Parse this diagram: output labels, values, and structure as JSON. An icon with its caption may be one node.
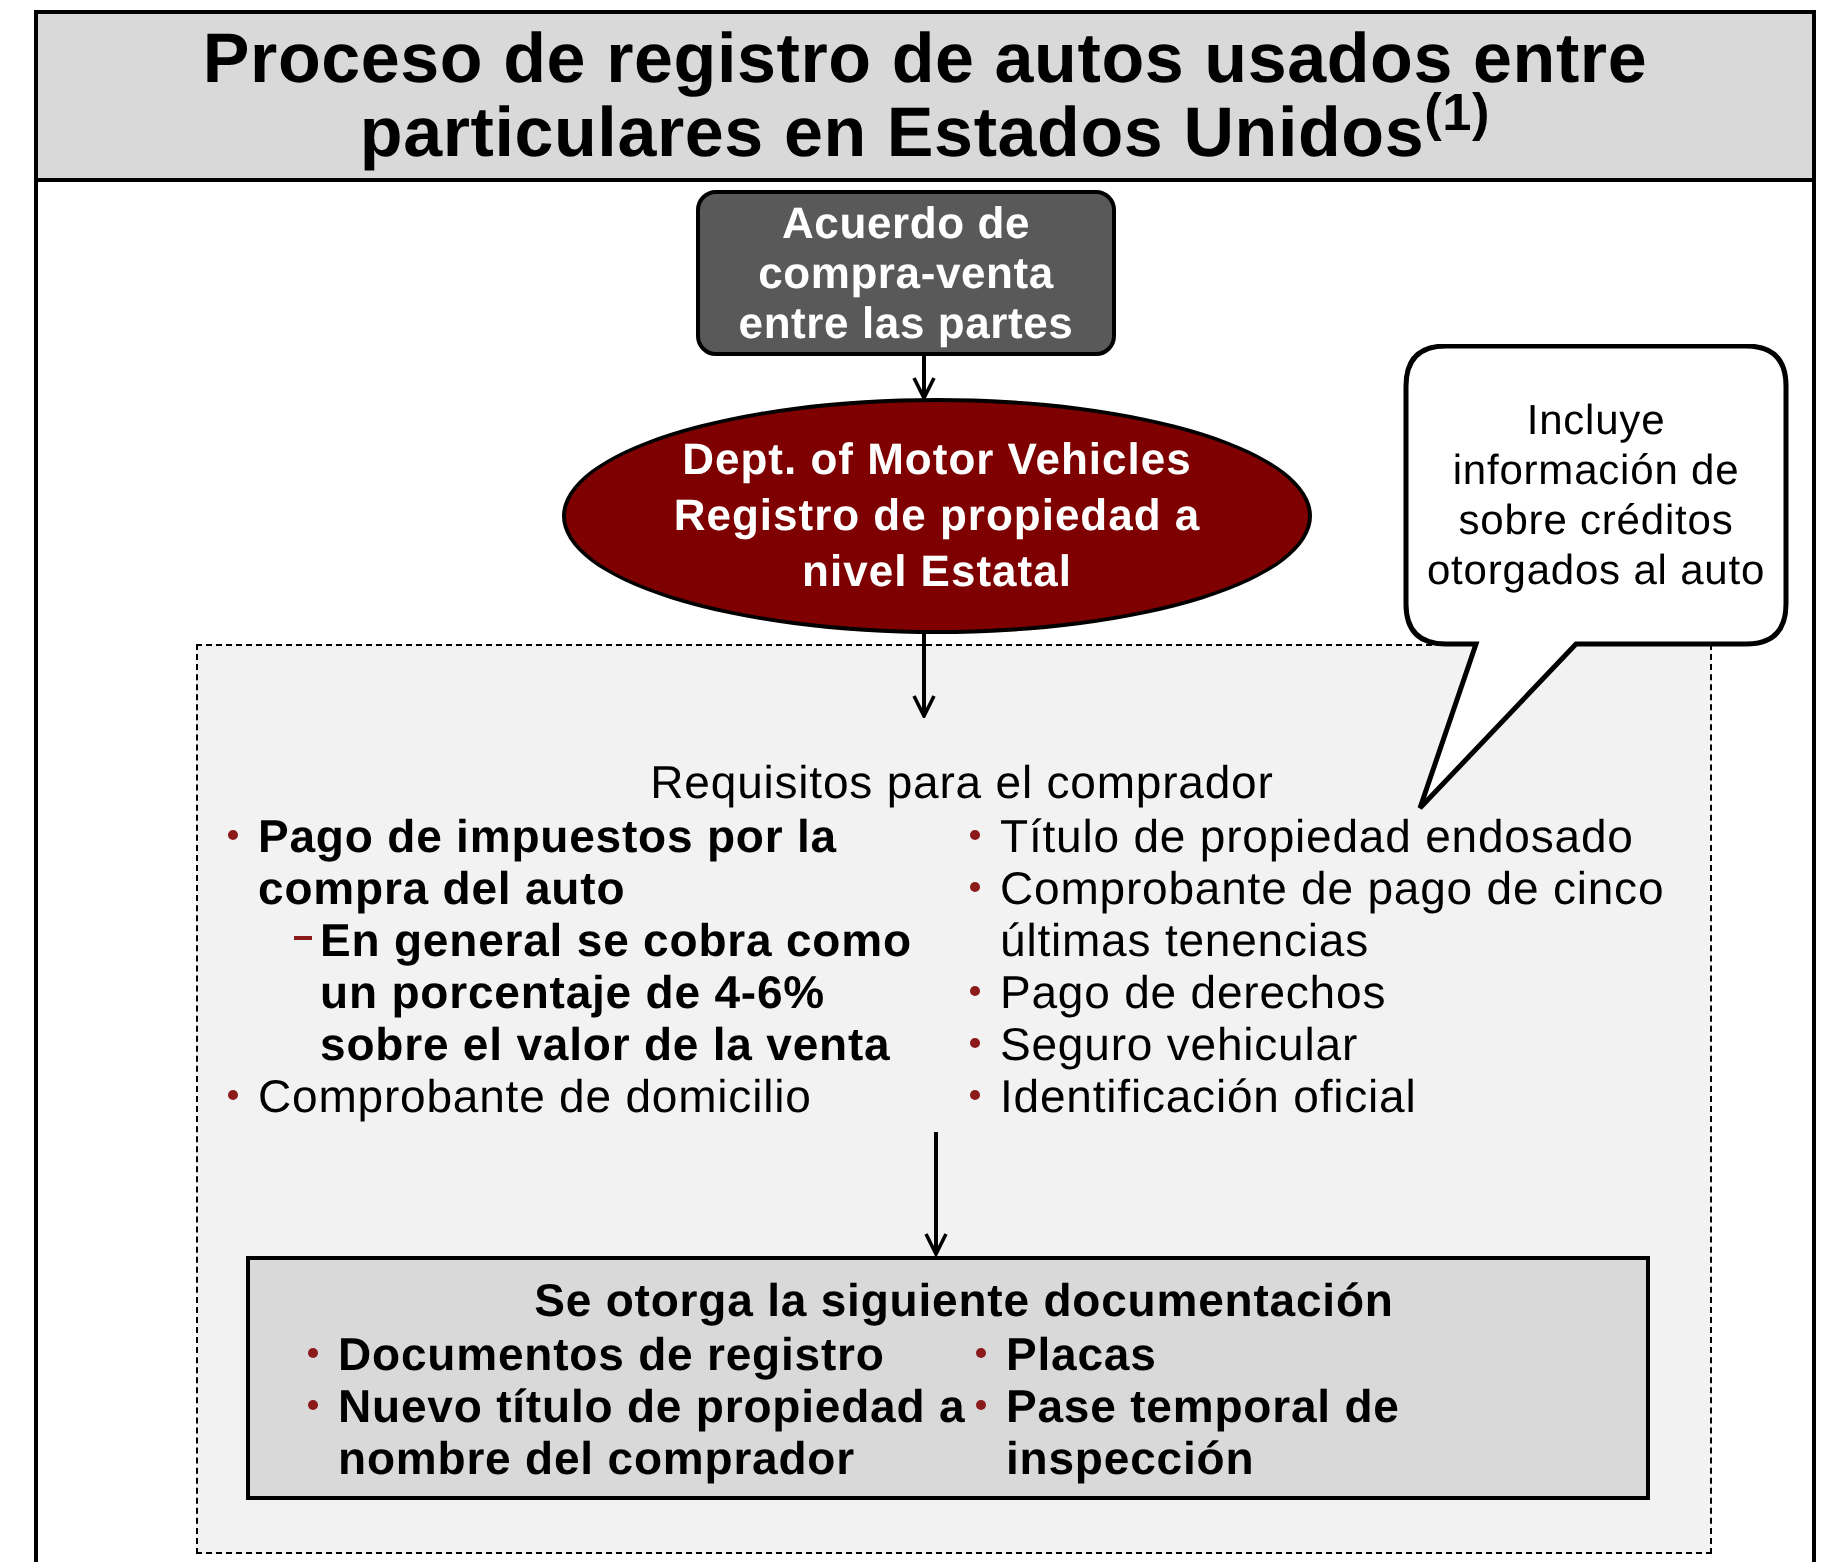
{
  "diagram": {
    "title": "Proceso de registro de autos usados entre particulares en Estados Unidos$^{(1)}$",
    "nodes": [
      {
        "text": [
          "Acuerdo de compra-venta entre las partes"
        ]
      },
      {
        "text": [
          "Dept. of Motor Vehicles Registro de propiedad a nivel Estatal"
        ]
      },
      {
        "text": [],
        "shape": "box"
      },
      {
        "text": [
          "Requisitos para el comprador",
          "Pago de impuestos por la compra del auto",
          "En general se cobra como un porcentaje de 4-6% sobre el valor de la venta",
          "Comprobante de domicilio",
          "Título de propiedad endosado",
          "Comprobante de pago de cinco últimas tenencias",
          "Pago de derechos",
          "Seguro vehicular",
          "Identificación oficial"
        ],
        "in": 2
      },
      {
        "text": [
          "Se otorga la siguiente documentación",
          "Documentos de registro",
          "Nuevo título de propiedad a nombre del comprador",
          "Placas",
          "Pase temporal de inspección"
        ],
        "in": 2
      },
      {
        "text": [
          "Incluye información de sobre créditos otorgados al auto"
        ]
      }
    ],
    "edges": [
      {
        "from": 0,
        "to": 1,
        "arrow": "to"
      },
      {
        "from": 1,
        "to": 3,
        "arrow": "to"
      },
      {
        "from": 3,
        "to": 4,
        "arrow": "to"
      }
    ]
  }
}
